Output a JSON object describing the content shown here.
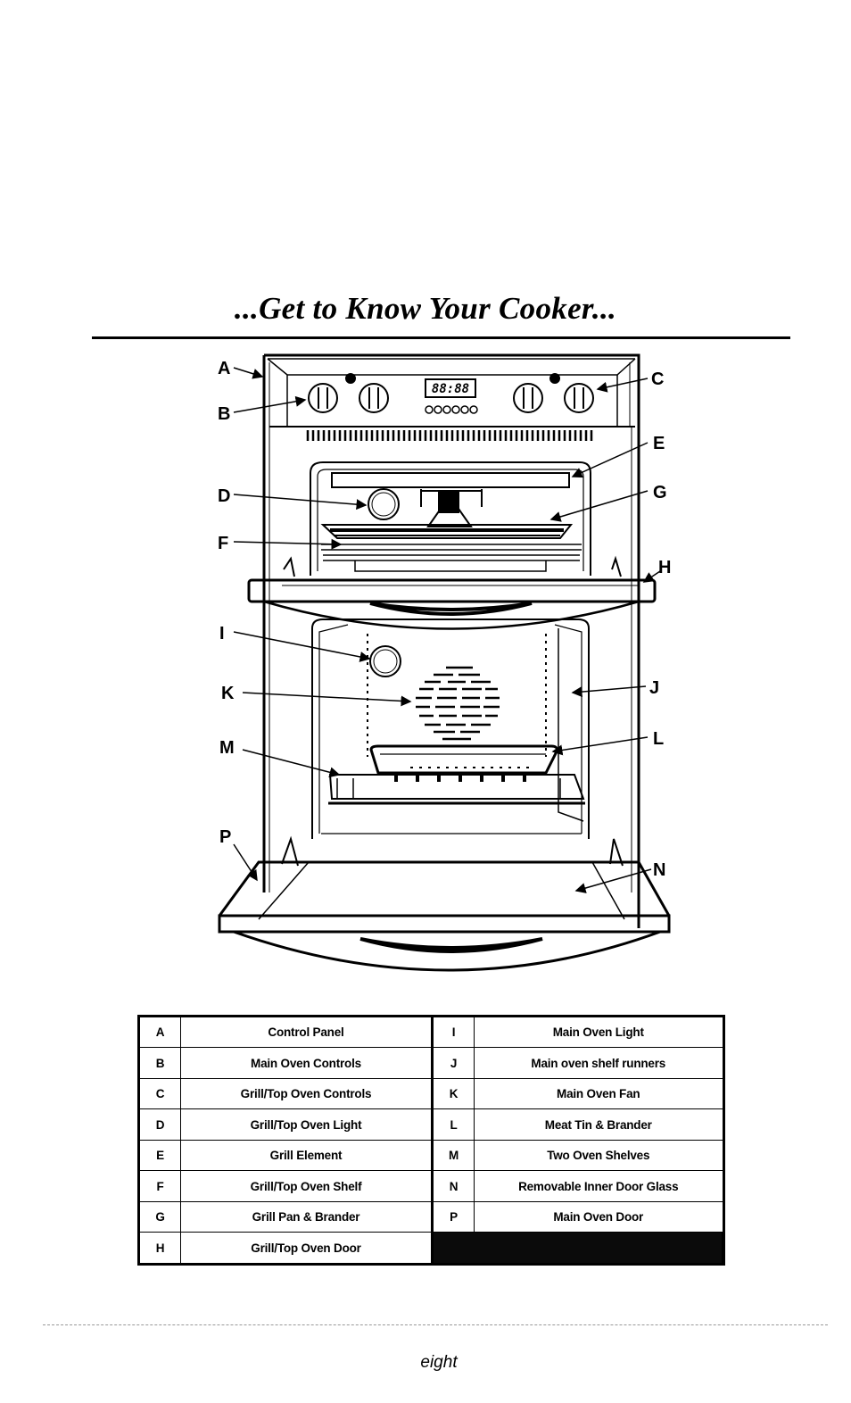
{
  "page": {
    "title": "...Get to Know Your Cooker...",
    "page_number": "eight"
  },
  "diagram": {
    "display_reading": "88:88",
    "callout_letters": [
      "A",
      "B",
      "C",
      "D",
      "E",
      "F",
      "G",
      "H",
      "I",
      "J",
      "K",
      "L",
      "M",
      "N",
      "P"
    ]
  },
  "legend": {
    "rows": [
      {
        "left_letter": "A",
        "left_label": "Control Panel",
        "right_letter": "I",
        "right_label": "Main Oven Light"
      },
      {
        "left_letter": "B",
        "left_label": "Main Oven Controls",
        "right_letter": "J",
        "right_label": "Main oven shelf runners"
      },
      {
        "left_letter": "C",
        "left_label": "Grill/Top Oven Controls",
        "right_letter": "K",
        "right_label": "Main Oven Fan"
      },
      {
        "left_letter": "D",
        "left_label": "Grill/Top Oven Light",
        "right_letter": "L",
        "right_label": "Meat Tin & Brander"
      },
      {
        "left_letter": "E",
        "left_label": "Grill Element",
        "right_letter": "M",
        "right_label": "Two Oven Shelves"
      },
      {
        "left_letter": "F",
        "left_label": "Grill/Top Oven Shelf",
        "right_letter": "N",
        "right_label": "Removable Inner Door Glass"
      },
      {
        "left_letter": "G",
        "left_label": "Grill Pan & Brander",
        "right_letter": "P",
        "right_label": "Main Oven Door"
      },
      {
        "left_letter": "H",
        "left_label": "Grill/Top Oven Door",
        "right_letter": "",
        "right_label": ""
      }
    ]
  }
}
